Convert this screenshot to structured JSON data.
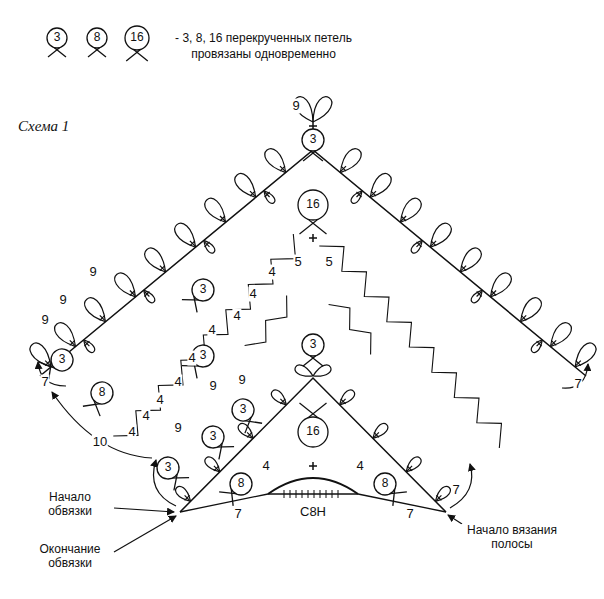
{
  "diagram": {
    "title": "Схема 1",
    "nodes": [
      {
        "text": [
          "3"
        ]
      },
      {
        "text": [
          "8"
        ]
      },
      {
        "text": [
          "16"
        ]
      },
      {
        "text": [
          "3"
        ]
      },
      {
        "text": [
          "16"
        ]
      },
      {
        "text": [
          "3"
        ]
      },
      {
        "text": [
          "3"
        ]
      },
      {
        "text": [
          "3"
        ]
      },
      {
        "text": [
          "8"
        ]
      },
      {
        "text": [
          "3"
        ]
      },
      {
        "text": [
          "3"
        ]
      },
      {
        "text": [
          "3"
        ]
      },
      {
        "text": [
          "3"
        ]
      },
      {
        "text": [
          "16"
        ]
      },
      {
        "text": [
          "8"
        ]
      },
      {
        "text": [
          "8"
        ]
      }
    ],
    "labels": [
      "9",
      "5",
      "5",
      "9",
      "4",
      "4",
      "9",
      "4",
      "9",
      "4",
      "4",
      "9",
      "9",
      "7",
      "4",
      "4",
      "4",
      "9",
      "4",
      "10",
      "4",
      "4",
      "7",
      "С8Н",
      "7",
      "7",
      "7",
      "Начало обвязки",
      "Окончание обвязки",
      "Начало вязания полосы"
    ],
    "legend": [
      {
        "text": "- 3, 8, 16 перекрученных петель провязаны одновременно"
      }
    ]
  }
}
